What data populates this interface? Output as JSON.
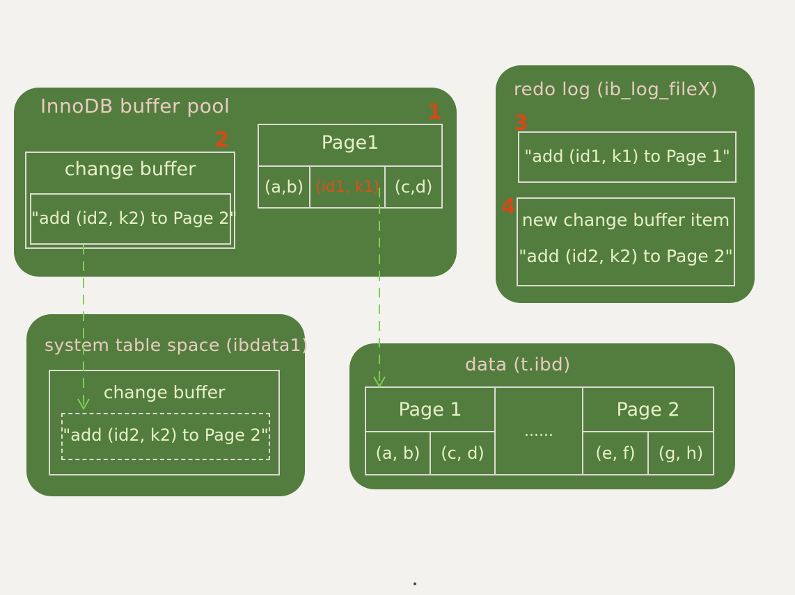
{
  "buffer_pool": {
    "title": "InnoDB buffer pool",
    "marker_change_buffer": "2",
    "marker_page": "1",
    "change_buffer": {
      "title": "change buffer",
      "entry": "\"add (id2, k2) to Page 2\""
    },
    "page1": {
      "title": "Page1",
      "cells": [
        "(a,b)",
        "(id1, k1)",
        "(c,d)"
      ]
    }
  },
  "redo_log": {
    "title": "redo log (ib_log_fileX)",
    "marker_1": "3",
    "entry_1": "\"add (id1, k1) to Page 1\"",
    "marker_2": "4",
    "entry_2_line1": "new change buffer item",
    "entry_2_line2": "\"add (id2, k2) to Page 2\""
  },
  "system_tablespace": {
    "title": "system table space (ibdata1)",
    "change_buffer_title": "change buffer",
    "entry": "\"add (id2, k2) to Page 2\""
  },
  "data_file": {
    "title": "data (t.ibd)",
    "page1_title": "Page 1",
    "page1_cells": [
      "(a, b)",
      "(c, d)"
    ],
    "ellipsis": "......",
    "page2_title": "Page 2",
    "page2_cells": [
      "(e, f)",
      "(g, h)"
    ]
  },
  "colors": {
    "panel": "#537d3f",
    "highlight": "#d8521a",
    "arrow": "#7ed056"
  }
}
